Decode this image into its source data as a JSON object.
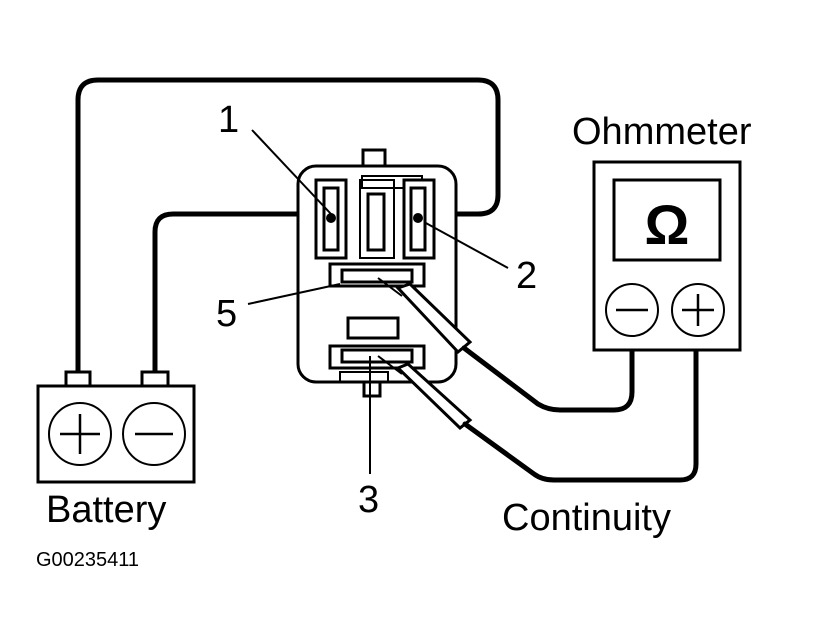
{
  "diagram": {
    "title": "Relay continuity test",
    "labels": {
      "ohmmeter": "Ohmmeter",
      "battery": "Battery",
      "continuity": "Continuity",
      "figure_code": "G00235411"
    },
    "terminals": {
      "t1": "1",
      "t2": "2",
      "t3": "3",
      "t5": "5"
    },
    "symbols": {
      "ohm": "Ω",
      "plus": "+",
      "minus": "−"
    },
    "colors": {
      "ink": "#000000",
      "paper": "#ffffff"
    }
  }
}
